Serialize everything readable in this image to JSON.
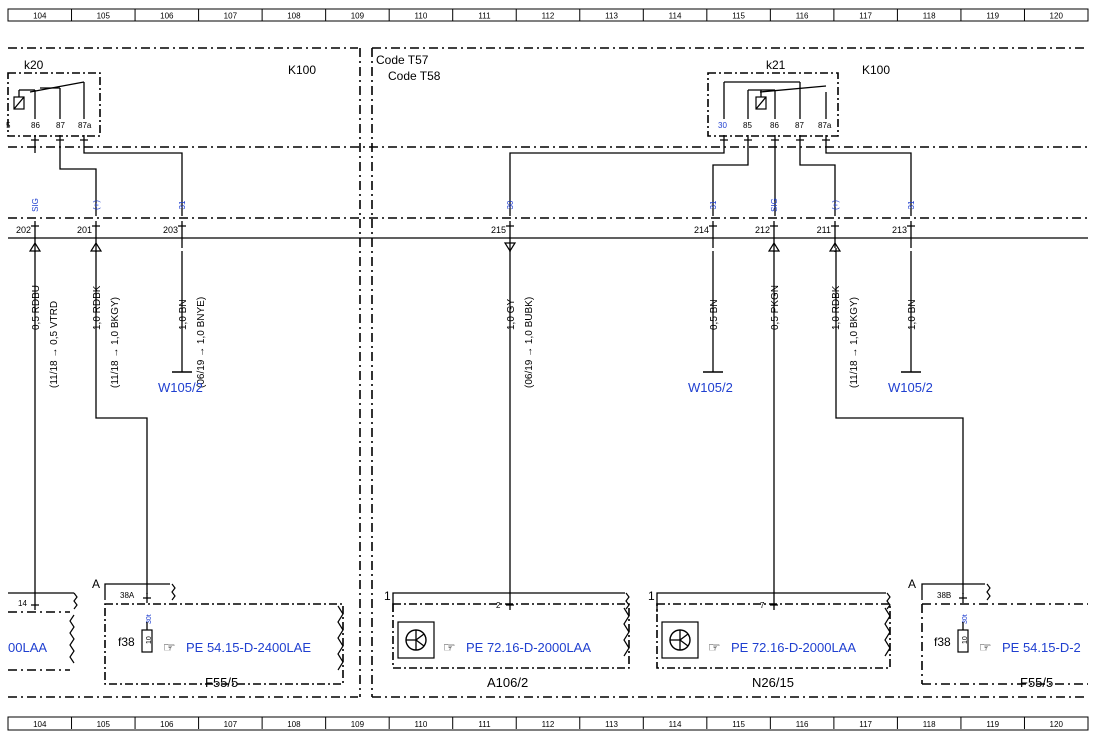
{
  "ruler": {
    "columns": [
      "104",
      "105",
      "106",
      "107",
      "108",
      "109",
      "110",
      "111",
      "112",
      "113",
      "114",
      "115",
      "116",
      "117",
      "118",
      "119",
      "120"
    ]
  },
  "relay_k20": {
    "name": "k20",
    "group": "K100",
    "pins": [
      "5",
      "86",
      "87",
      "87a"
    ]
  },
  "relay_k21": {
    "name": "k21",
    "group": "K100",
    "pins": [
      "30",
      "85",
      "86",
      "87",
      "87a"
    ]
  },
  "codes": [
    "Code T57",
    "Code T58"
  ],
  "connectors": [
    {
      "pin": "202",
      "signal": "SIG",
      "wire": "0,5 RDBU",
      "alt": "0,5 VTRD",
      "date": "(11/18"
    },
    {
      "pin": "201",
      "signal": "(+)",
      "wire": "1,0 RDBK",
      "alt": "1,0 BKGY)",
      "date": "(11/18"
    },
    {
      "pin": "203",
      "signal": "31",
      "wire": "1,0 BN",
      "alt": "1,0 BNYE)",
      "date": "(06/19",
      "ground": "W105/2"
    },
    {
      "pin": "215",
      "signal": "30",
      "wire": "1,0 GY",
      "alt": "1,0 BUBK)",
      "date": "(06/19"
    },
    {
      "pin": "214",
      "signal": "31",
      "wire": "0,5 BN",
      "ground": "W105/2"
    },
    {
      "pin": "212",
      "signal": "SIG",
      "wire": "0,5 PKGN"
    },
    {
      "pin": "211",
      "signal": "(+)",
      "wire": "1,0 RDBK",
      "alt": "1,0 BKGY)",
      "date": "(11/18"
    },
    {
      "pin": "213",
      "signal": "31",
      "wire": "1,0 BN",
      "ground": "W105/2"
    }
  ],
  "arrow_glyph": "→",
  "components": {
    "left_partial": {
      "pin": "14",
      "ref": "00LAA"
    },
    "f55_left": {
      "block": "A",
      "pin": "38A",
      "fuse_pin": "30t",
      "fuse": "f38",
      "fuse_num": "10",
      "ref": "PE 54.15-D-2400LAE",
      "label": "F55/5"
    },
    "a106": {
      "block": "1",
      "pin": "2",
      "ref": "PE 72.16-D-2000LAA",
      "label": "A106/2"
    },
    "n26": {
      "block": "1",
      "pin": "7",
      "ref": "PE 72.16-D-2000LAA",
      "label": "N26/15"
    },
    "f55_right": {
      "block": "A",
      "pin": "38B",
      "fuse_pin": "30t",
      "fuse": "f38",
      "fuse_num": "10",
      "ref": "PE 54.15-D-2",
      "label": "F55/5"
    }
  },
  "icons": {
    "reference": "pointing-hand-icon",
    "sensor": "sensor-icon",
    "ground": "ground-icon"
  },
  "colors": {
    "link_blue": "#1f3fd0",
    "line": "#000000"
  }
}
